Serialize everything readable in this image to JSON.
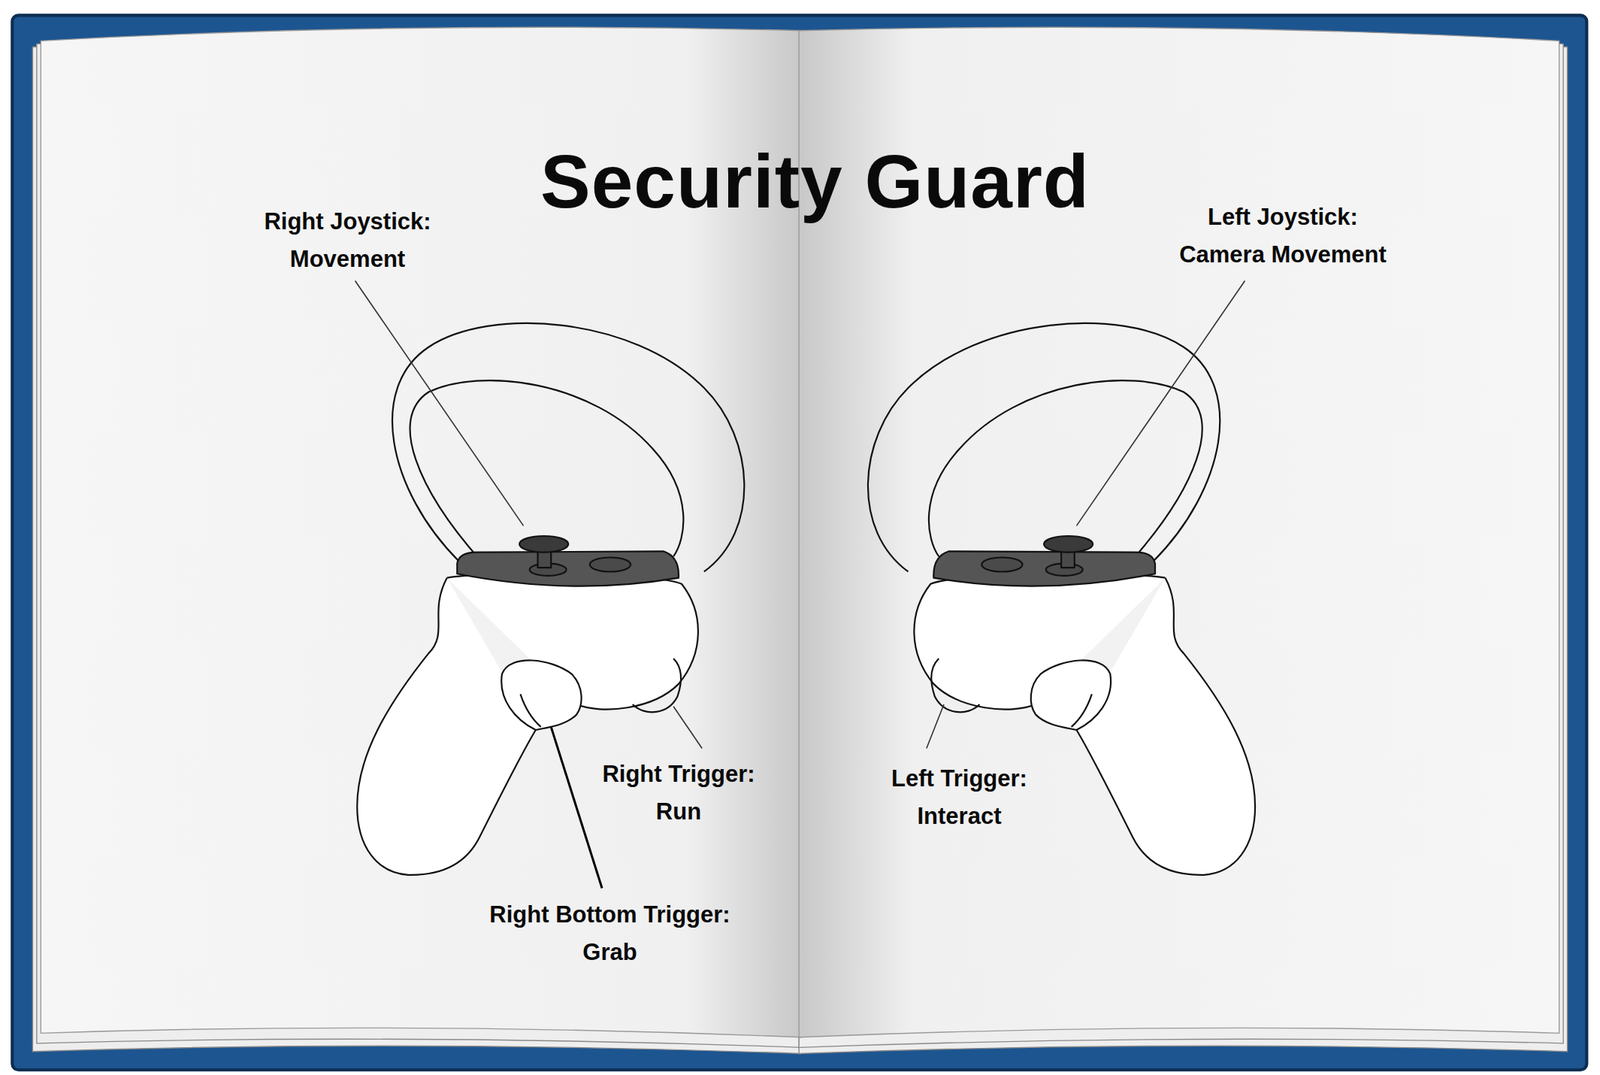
{
  "diagram": {
    "title": "Security Guard",
    "labels": [
      "Right Joystick: Movement",
      "Left Joystick: Camera Movement",
      "Right Trigger: Run",
      "Left Trigger: Interact",
      "Right Bottom Trigger: Grab"
    ]
  }
}
